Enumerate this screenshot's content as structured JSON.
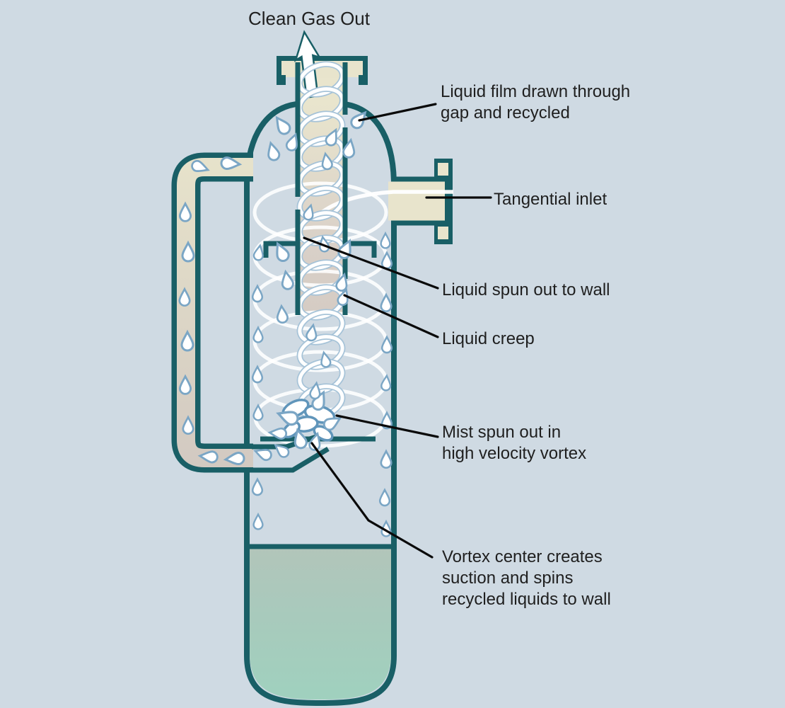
{
  "labels": {
    "clean_gas_out": "Clean Gas Out",
    "liquid_film": {
      "line1": "Liquid film drawn through",
      "line2": "gap and recycled"
    },
    "tangential_inlet": "Tangential inlet",
    "liquid_spun_out": "Liquid spun out to wall",
    "liquid_creep": "Liquid creep",
    "mist_spun_out": {
      "line1": "Mist spun out in",
      "line2": "high velocity vortex"
    },
    "vortex_center": {
      "line1": "Vortex center creates",
      "line2": "suction and spins",
      "line3": "recycled liquids to wall"
    }
  },
  "colors": {
    "background": "#cfdae3",
    "vessel_wall": "#195f66",
    "interior_top": "#e9e5cd",
    "interior_mid": "#d4cbc3",
    "interior_low": "#c8c5bf",
    "liquid_top": "#b2c5ba",
    "liquid_bottom": "#9fd1be",
    "droplet_outline": "#7ba6c5",
    "mist_outline": "#6095ba",
    "vortex_white": "#ffffff",
    "leader_line": "#0a0a0a",
    "text": "#1f1f1f"
  }
}
